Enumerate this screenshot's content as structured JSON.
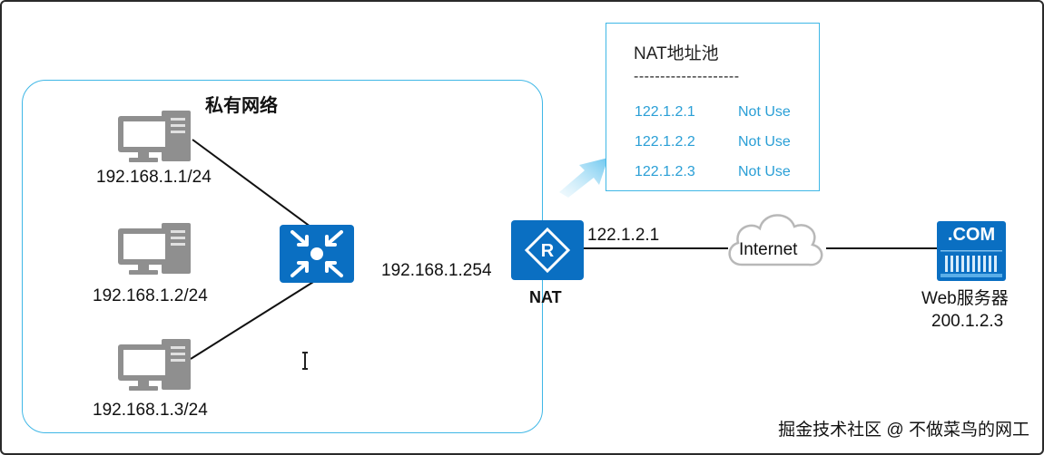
{
  "private_network": {
    "title": "私有网络"
  },
  "hosts": [
    {
      "label": "192.168.1.1/24"
    },
    {
      "label": "192.168.1.2/24"
    },
    {
      "label": "192.168.1.3/24"
    }
  ],
  "icons": {
    "host": "desktop-computer-icon",
    "switch": "switch-icon",
    "router": "router-icon",
    "cloud": "cloud-icon",
    "server": "web-server-icon"
  },
  "gateway": {
    "ip": "192.168.1.254"
  },
  "nat": {
    "label": "NAT",
    "wan_ip": "122.1.2.1"
  },
  "internet": {
    "label": "Internet"
  },
  "server": {
    "badge": ".COM",
    "label": "Web服务器",
    "ip": "200.1.2.3"
  },
  "nat_pool": {
    "title": "NAT地址池",
    "divider": "--------------------",
    "entries": [
      {
        "ip": "122.1.2.1",
        "status": "Not Use"
      },
      {
        "ip": "122.1.2.2",
        "status": "Not Use"
      },
      {
        "ip": "122.1.2.3",
        "status": "Not Use"
      }
    ]
  },
  "watermark": "掘金技术社区 @ 不做菜鸟的网工",
  "colors": {
    "device_blue": "#0a6fc2",
    "frame_cyan": "#3fb7e6",
    "pool_text": "#2a9fd6",
    "computer_gray": "#8f8f8f"
  }
}
